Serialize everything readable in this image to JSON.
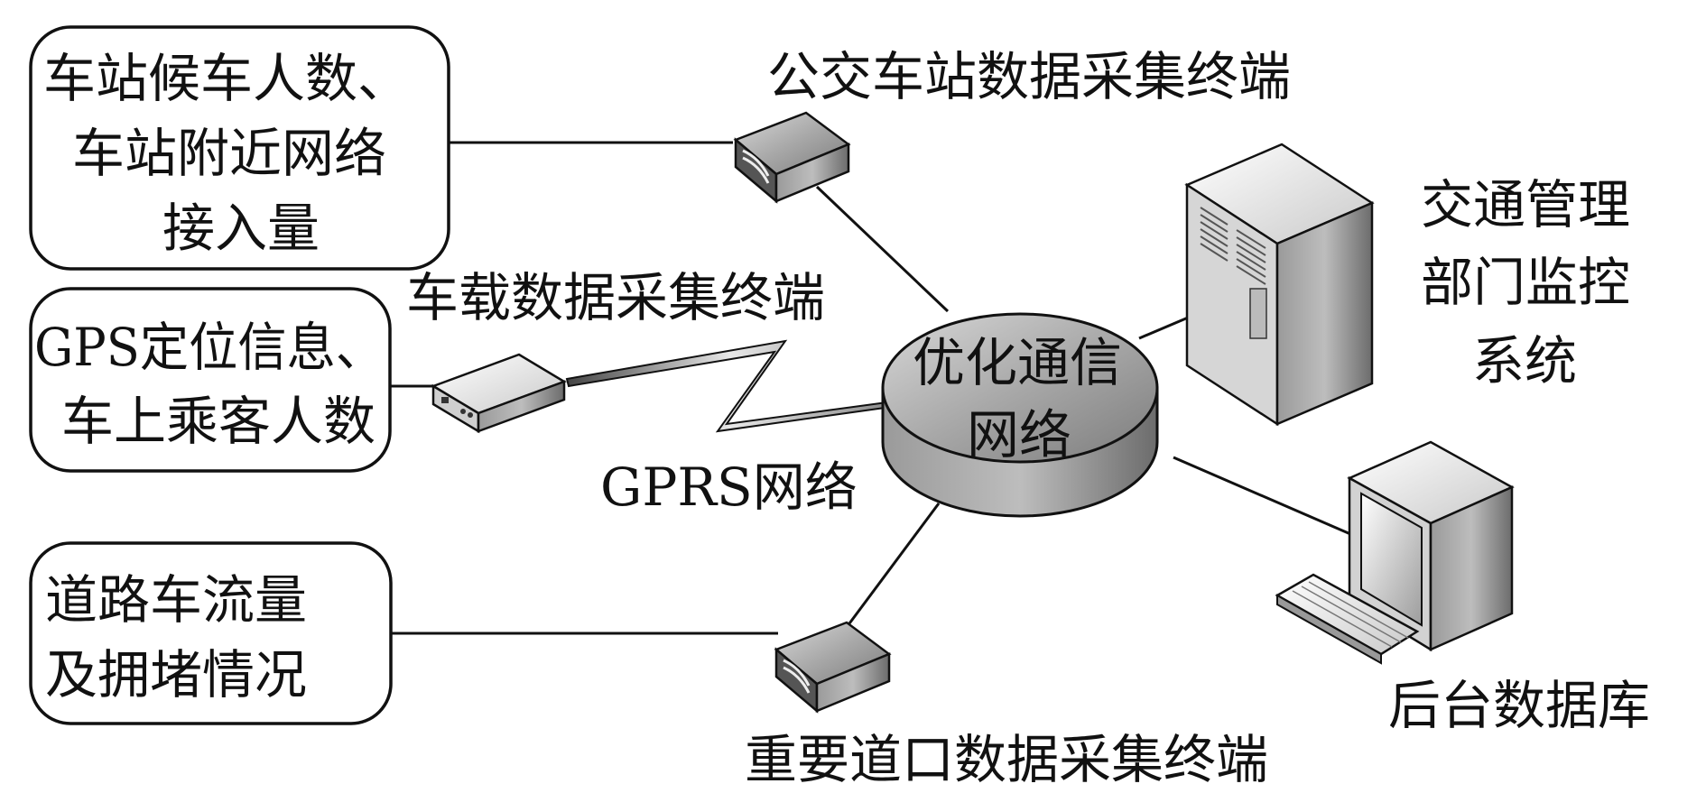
{
  "sources": {
    "station": [
      "车站候车人数、",
      "车站附近网络",
      "接入量"
    ],
    "vehicle": [
      "GPS定位信息、",
      "车上乘客人数"
    ],
    "road": [
      "道路车流量",
      "及拥堵情况"
    ]
  },
  "terminals": {
    "bus_station": "公交车站数据采集终端",
    "vehicle": "车载数据采集终端",
    "road": "重要道口数据采集终端"
  },
  "network": {
    "label": [
      "优化通信",
      "网络"
    ],
    "gprs": "GPRS网络"
  },
  "systems": {
    "monitor": [
      "交通管理",
      "部门监控",
      "系统"
    ],
    "database": "后台数据库"
  },
  "icons": {
    "router": "router-icon",
    "gps_unit": "gps-unit-icon",
    "server": "server-tower-icon",
    "computer": "desktop-computer-icon",
    "cloud": "network-cylinder-icon",
    "lightning": "wireless-link-icon"
  }
}
